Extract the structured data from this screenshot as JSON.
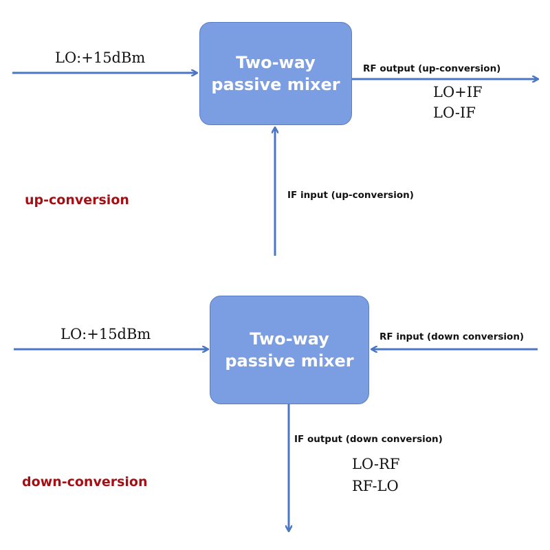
{
  "colors": {
    "box_fill": "#7b9de1",
    "arrow": "#4a76c4",
    "mode_label": "#a50f14"
  },
  "up": {
    "mixer_label_line1": "Two-way",
    "mixer_label_line2": "passive mixer",
    "lo_label": "LO:+15dBm",
    "rf_output_label": "RF output (up-conversion)",
    "rf_output_products": [
      "LO+IF",
      "LO-IF"
    ],
    "if_input_label": "IF input (up-conversion)",
    "mode_label": "up-conversion"
  },
  "down": {
    "mixer_label_line1": "Two-way",
    "mixer_label_line2": "passive mixer",
    "lo_label": "LO:+15dBm",
    "rf_input_label": "RF input (down conversion)",
    "if_output_label": "IF output (down conversion)",
    "if_output_products": [
      "LO-RF",
      "RF-LO"
    ],
    "mode_label": "down-conversion"
  }
}
